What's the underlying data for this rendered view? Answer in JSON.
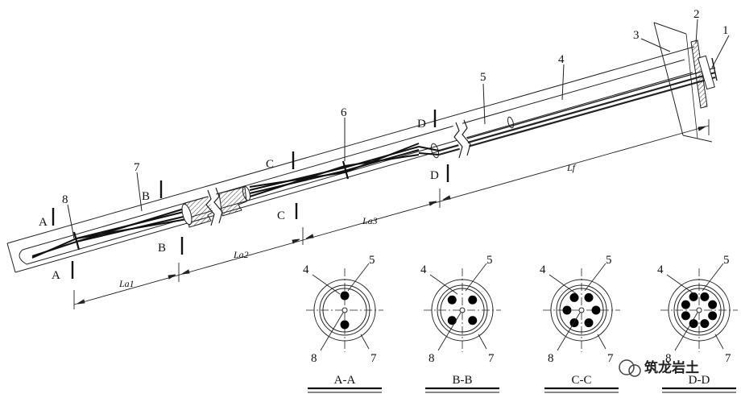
{
  "parts": [
    "1",
    "2",
    "3",
    "4",
    "5",
    "6",
    "7",
    "8"
  ],
  "section_marks": {
    "a": "A",
    "b": "B",
    "c": "C",
    "d": "D"
  },
  "dimensions": {
    "la1": "La1",
    "la2": "La2",
    "la3": "La3",
    "lf": "Lf"
  },
  "sections": [
    {
      "title": "A-A",
      "bars": 2
    },
    {
      "title": "B-B",
      "bars": 4
    },
    {
      "title": "C-C",
      "bars": 6
    },
    {
      "title": "D-D",
      "bars": 8
    }
  ],
  "section_part_labels": {
    "top_left": "4",
    "top_right": "5",
    "bottom_left": "8",
    "bottom_right": "7"
  },
  "watermark": "筑龙岩土"
}
